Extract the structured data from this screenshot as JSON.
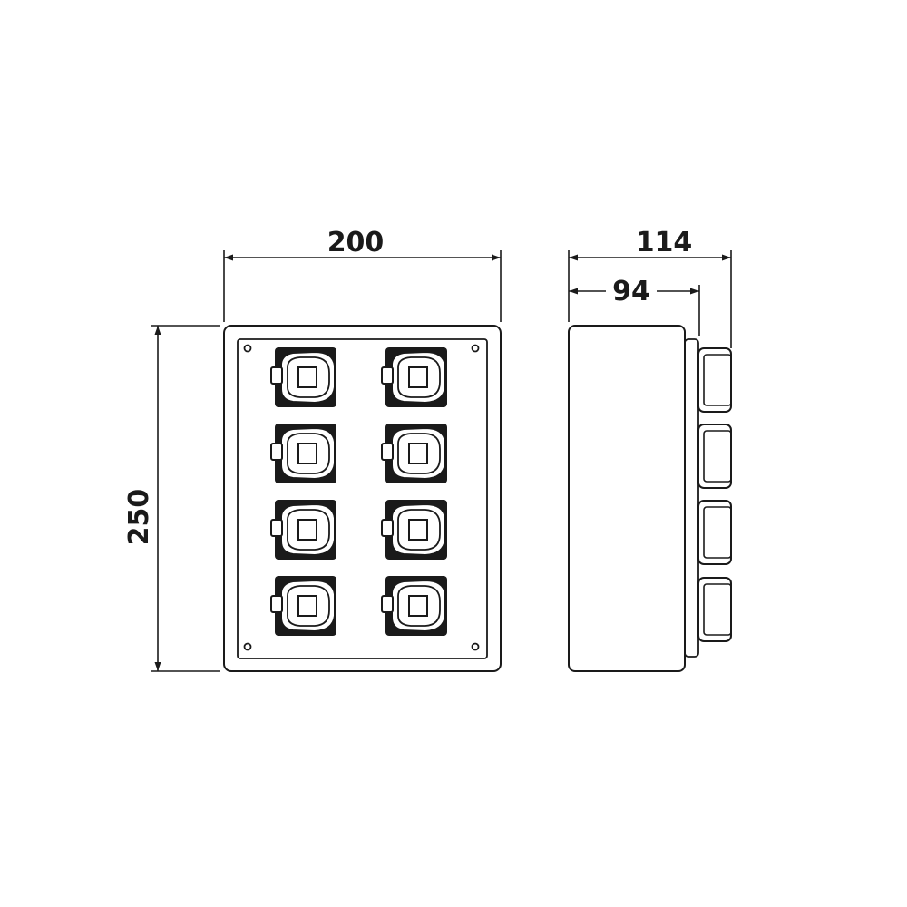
{
  "dimensions": {
    "width": "200",
    "height": "250",
    "depth_total": "114",
    "depth_body": "94"
  },
  "front_view": {
    "socket_rows": 4,
    "socket_columns": 2
  },
  "side_view": {
    "cable_glands": 4
  },
  "colors": {
    "line": "#1a1a1a",
    "background": "#ffffff"
  }
}
